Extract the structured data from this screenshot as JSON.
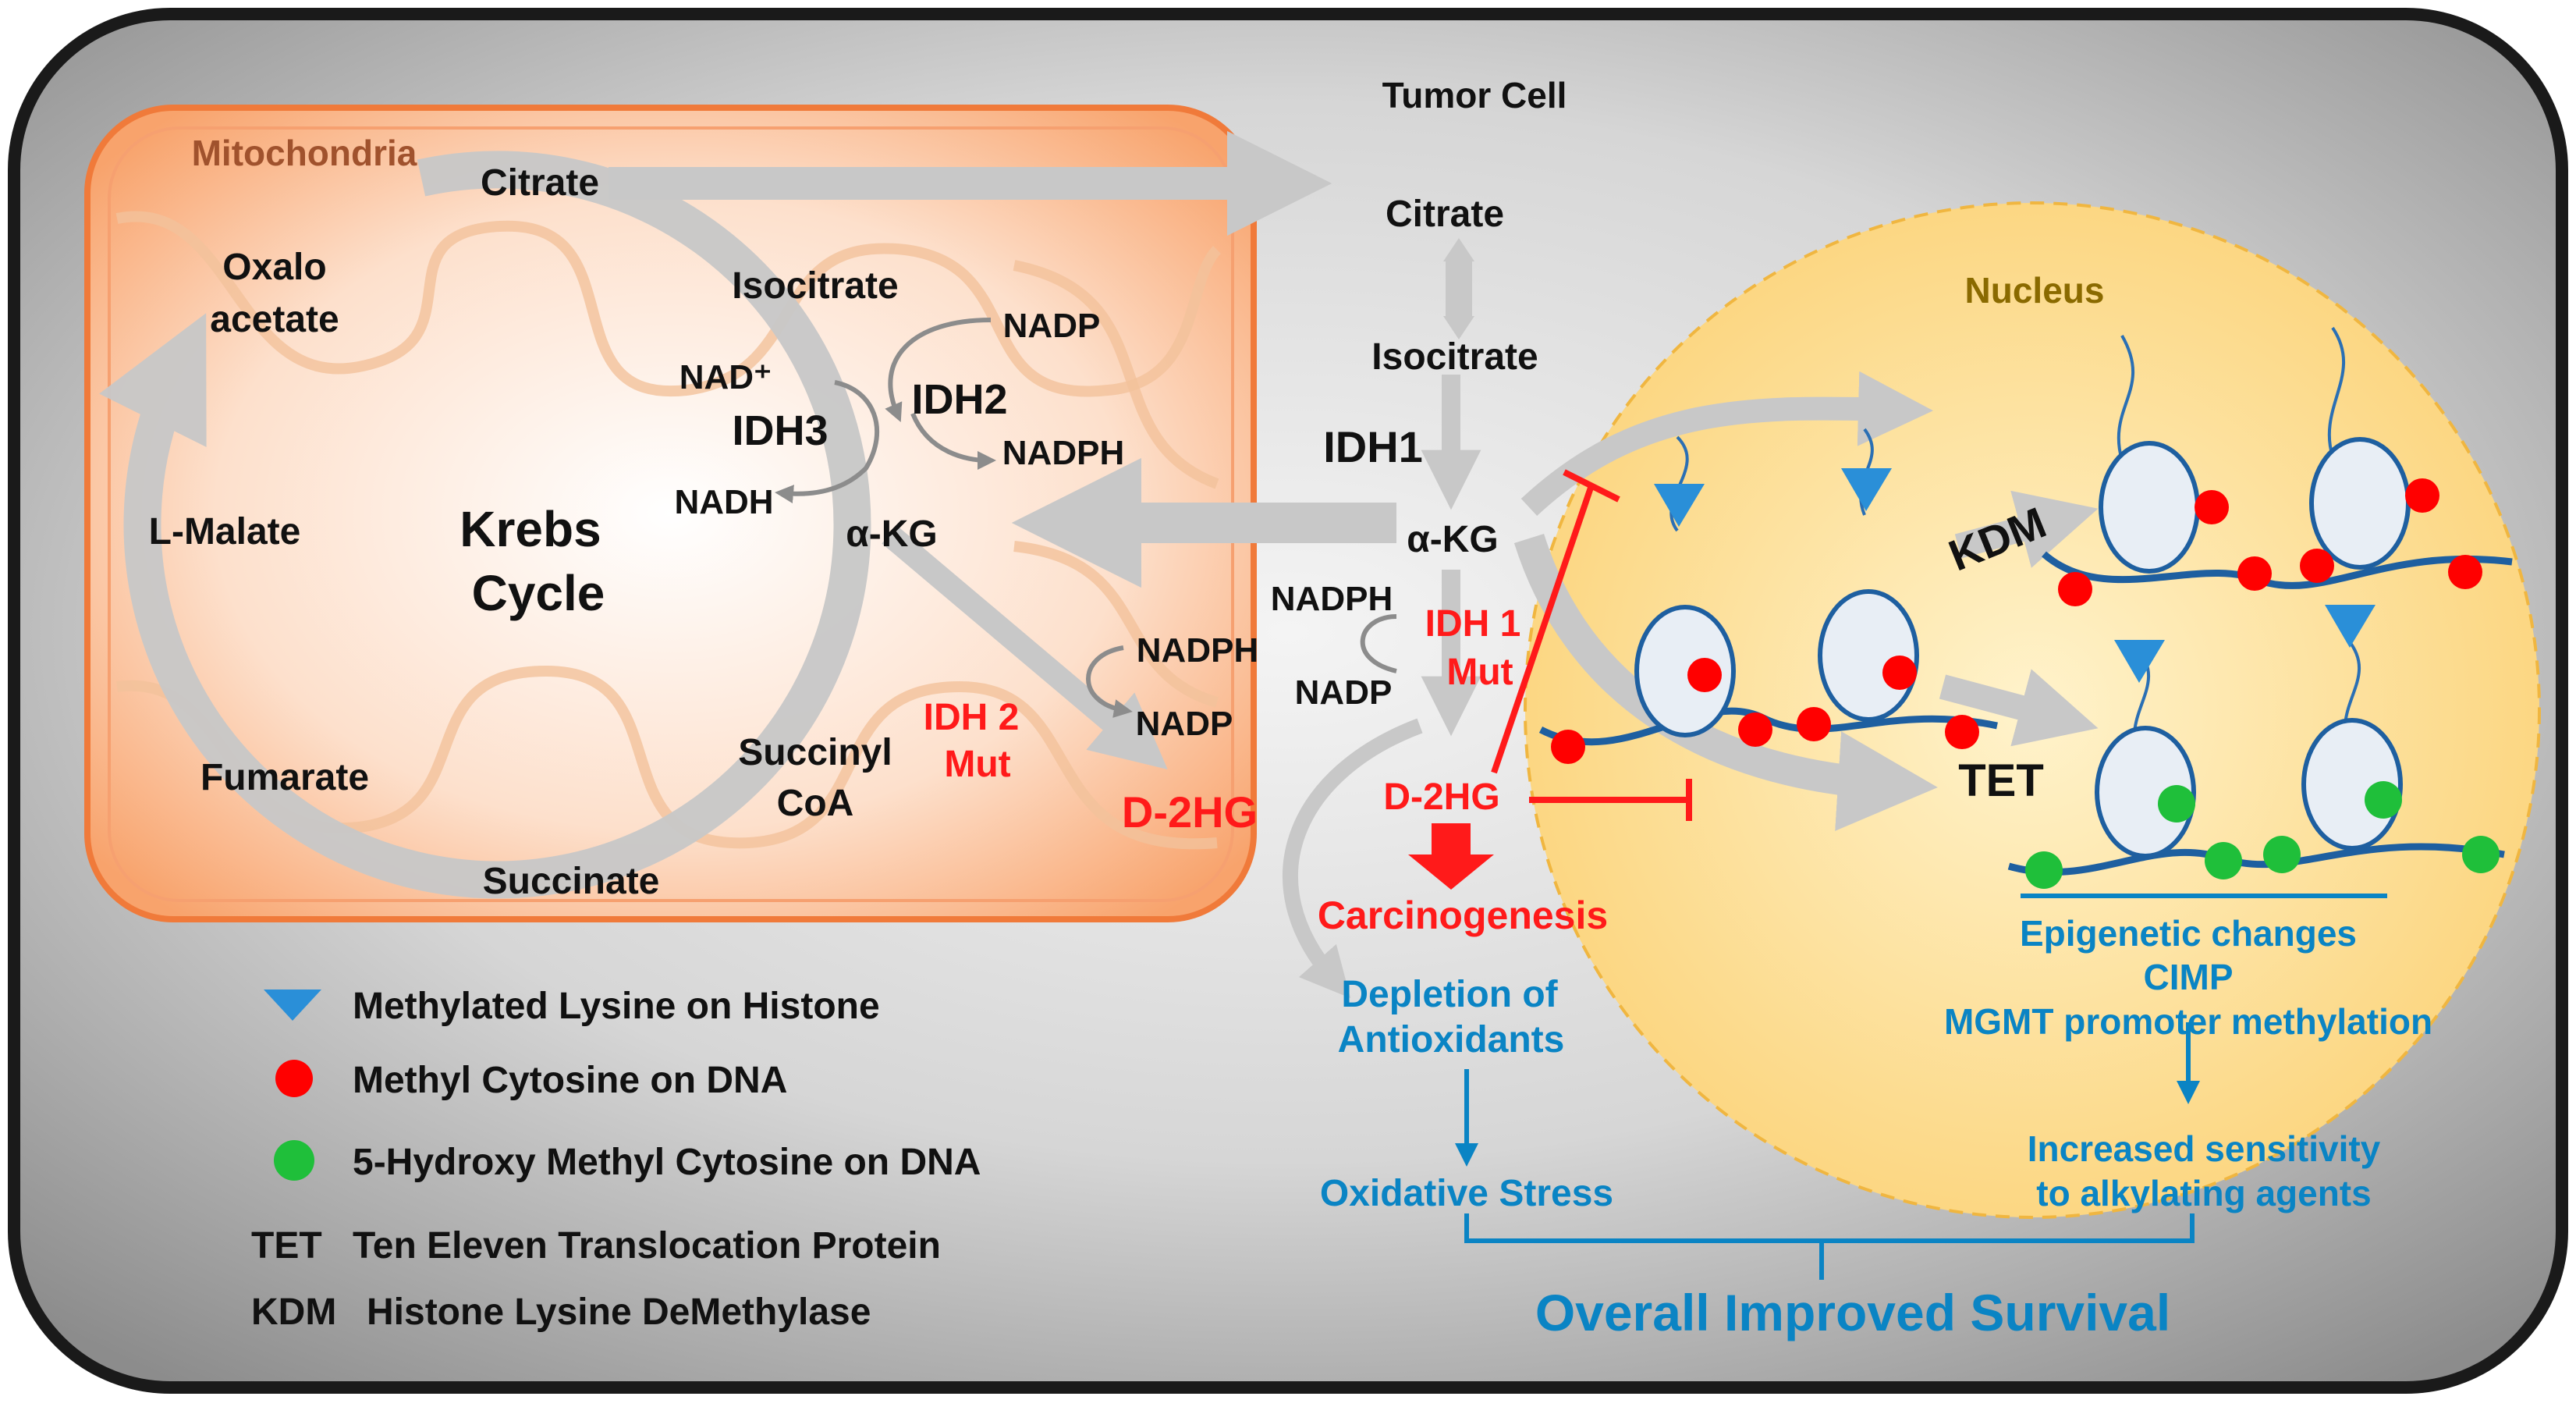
{
  "colors": {
    "cell_fill": "#9a9a9a",
    "mito_fill": "#f7a878",
    "mito_border": "#f07a3a",
    "nucleus_fill": "#fbd67a",
    "arrow_gray": "#c8c8c8",
    "red": "#ff1a1a",
    "blue": "#0a84c4",
    "dna": "#1e5fa0",
    "methyl_dot": "#ff0000",
    "hydroxymethyl_dot": "#1fbf3a",
    "histone_mark": "#2a8fd8"
  },
  "compartments": {
    "tumor_cell": "Tumor Cell",
    "mitochondria": "Mitochondria",
    "nucleus": "Nucleus"
  },
  "krebs": {
    "citrate": "Citrate",
    "oxalo": "Oxalo",
    "acetate": "acetate",
    "isocitrate": "Isocitrate",
    "l_malate": "L-Malate",
    "fumarate": "Fumarate",
    "succinate": "Succinate",
    "succinyl": "Succinyl",
    "coa": "CoA",
    "krebs": "Krebs",
    "cycle": "Cycle",
    "akg": "α-KG",
    "idh3": "IDH3",
    "idh2": "IDH2",
    "nad_plus": "NAD⁺",
    "nadh": "NADH",
    "nadp": "NADP",
    "nadph": "NADPH",
    "nadph2": "NADPH",
    "nadp2": "NADP",
    "idh2_mut_1": "IDH 2",
    "idh2_mut_2": "Mut",
    "d2hg": "D-2HG"
  },
  "cyto": {
    "citrate": "Citrate",
    "isocitrate": "Isocitrate",
    "idh1": "IDH1",
    "akg": "α-KG",
    "nadph": "NADPH",
    "nadp": "NADP",
    "idh1_mut_1": "IDH 1",
    "idh1_mut_2": "Mut",
    "d2hg": "D-2HG",
    "carcinogenesis": "Carcinogenesis",
    "depletion_1": "Depletion of",
    "depletion_2": "Antioxidants",
    "oxidative_stress": "Oxidative Stress",
    "survival": "Overall Improved Survival"
  },
  "nucleus": {
    "kdm": "KDM",
    "tet": "TET",
    "epigenetic": "Epigenetic changes",
    "cimp": "CIMP",
    "mgmt": "MGMT promoter methylation",
    "sensitivity_1": "Increased sensitivity",
    "sensitivity_2": "to alkylating agents"
  },
  "legend": {
    "methylated_lysine": "Methylated Lysine on Histone",
    "methyl_cytosine": "Methyl Cytosine on DNA",
    "hydroxy_methyl_cytosine": "5-Hydroxy Methyl Cytosine on DNA",
    "tet_abbr": "TET",
    "tet_full": "Ten Eleven Translocation Protein",
    "kdm_abbr": "KDM",
    "kdm_full": "Histone Lysine DeMethylase"
  }
}
